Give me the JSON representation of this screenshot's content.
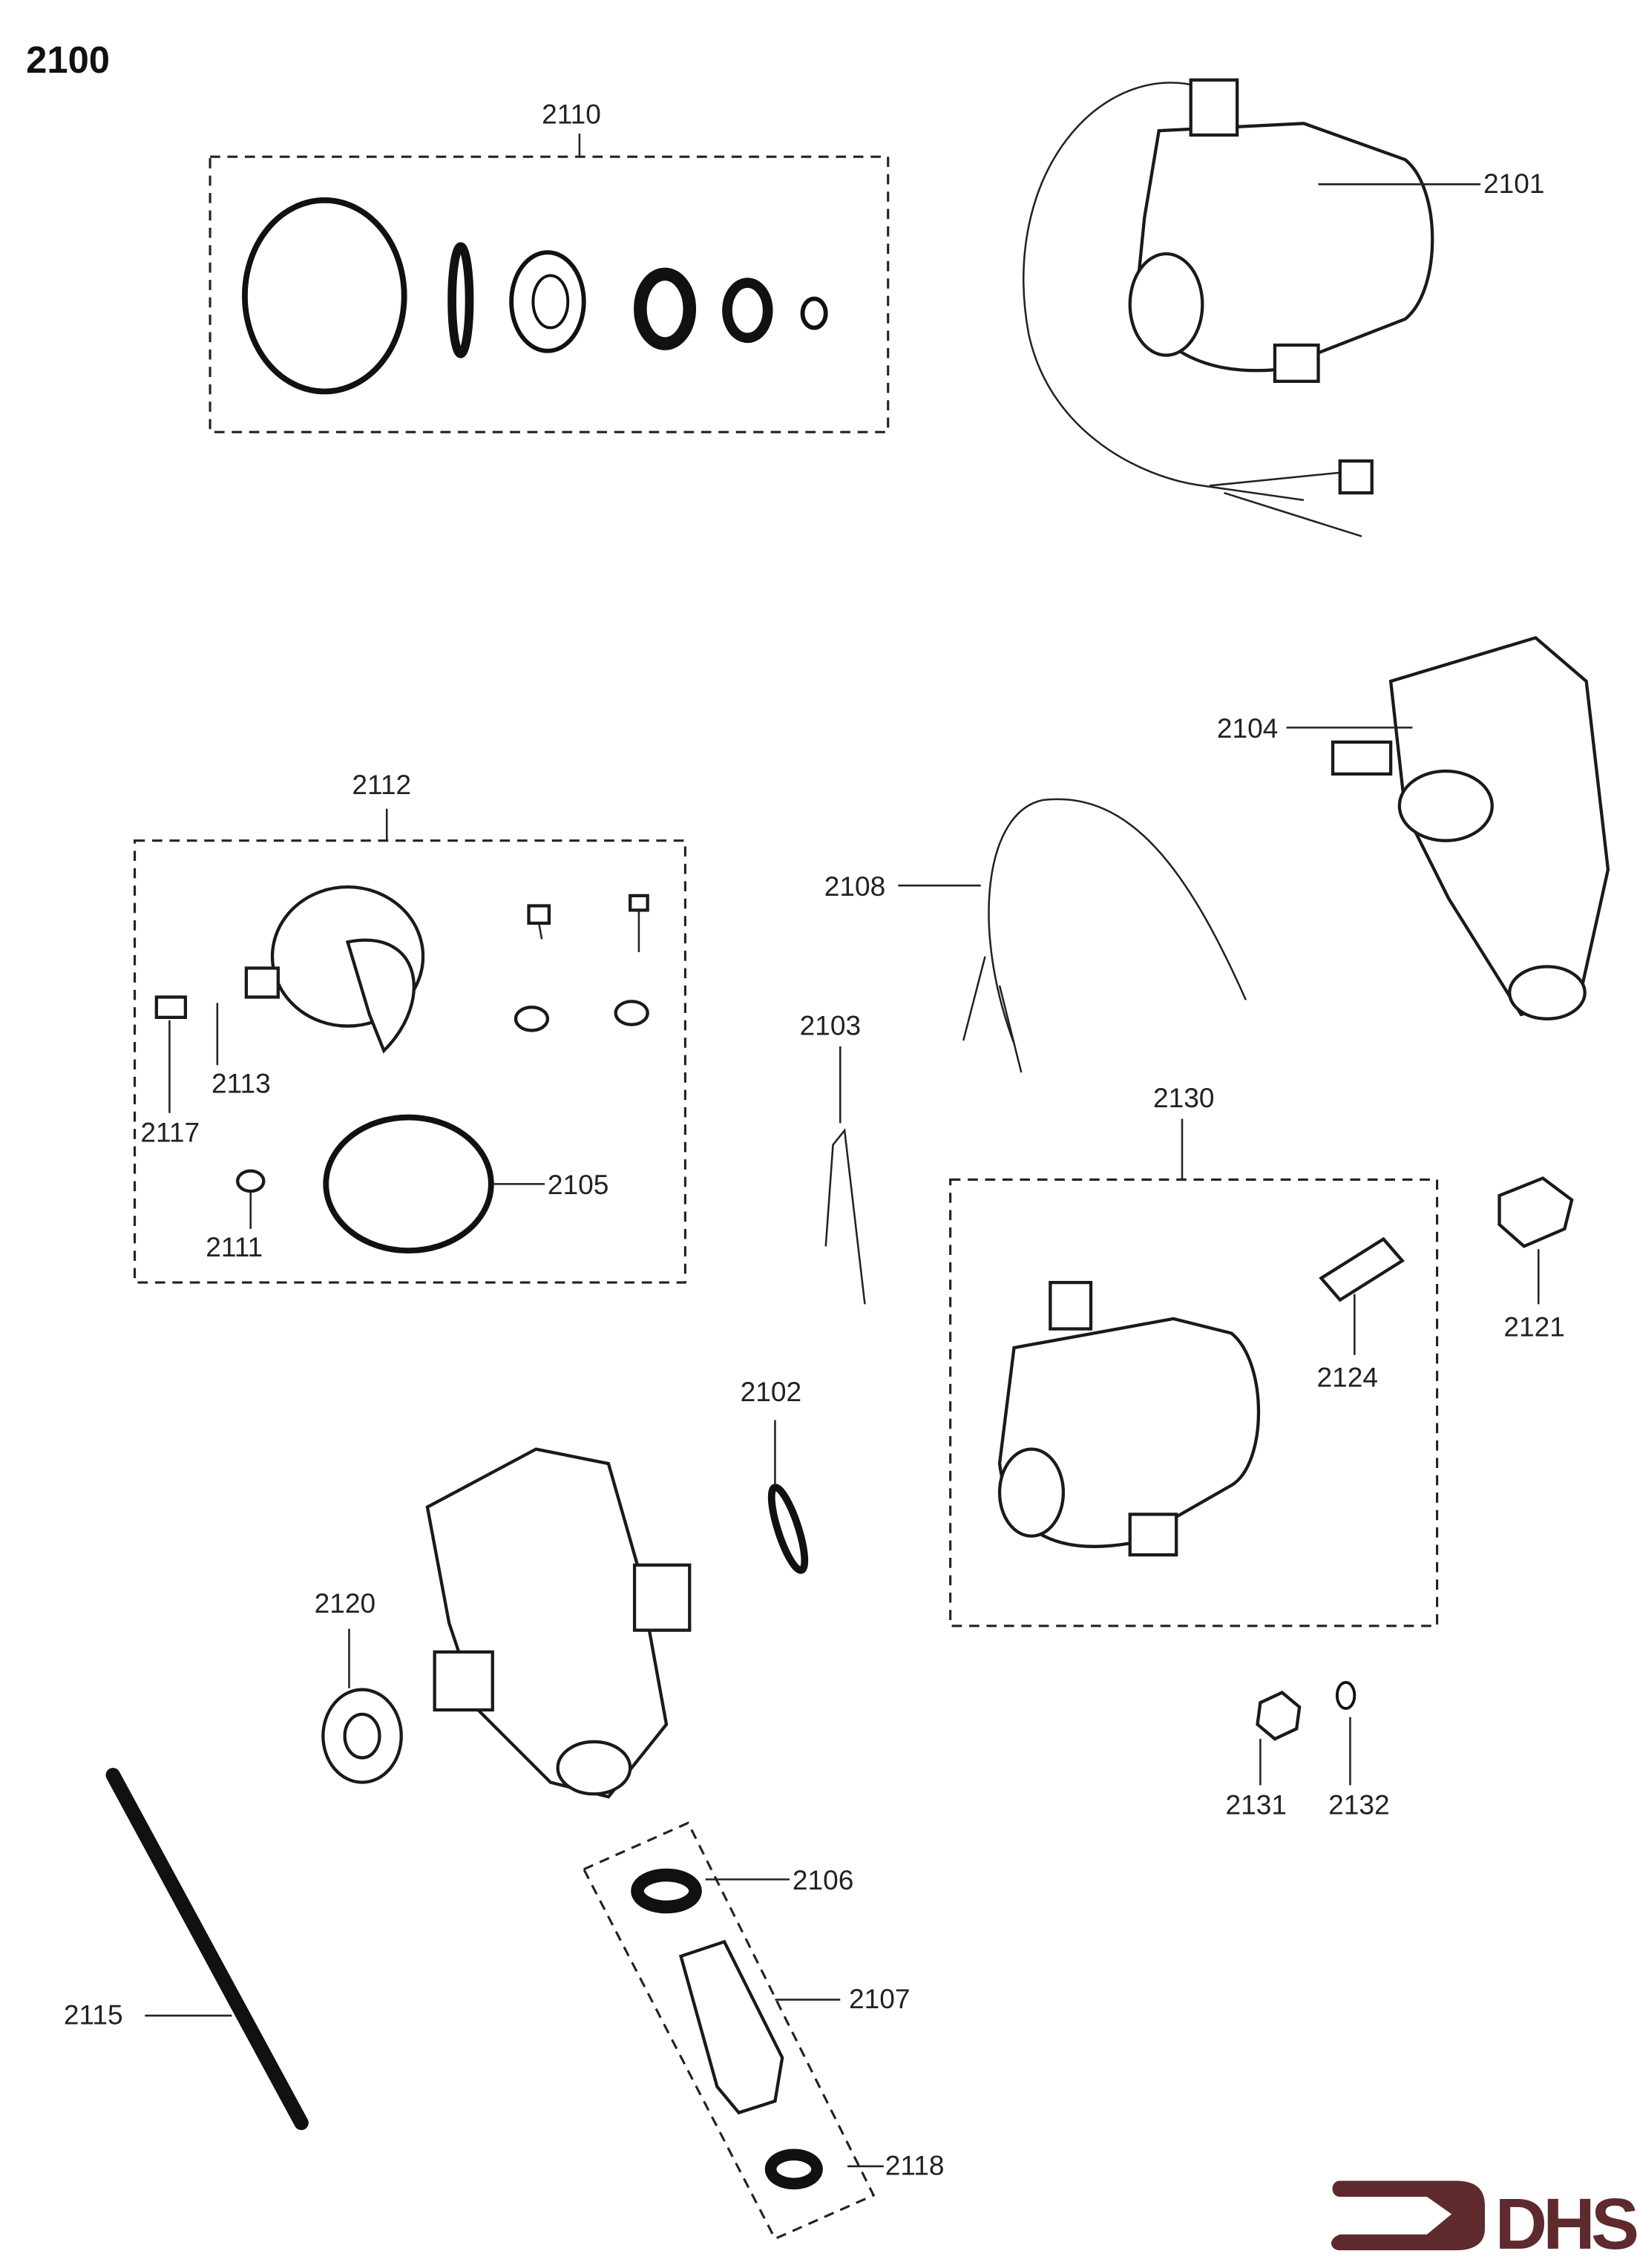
{
  "title": "2100",
  "labels": {
    "p2110": "2110",
    "p2101": "2101",
    "p2104": "2104",
    "p2112": "2112",
    "p2108": "2108",
    "p2103": "2103",
    "p2130": "2130",
    "p2113": "2113",
    "p2117": "2117",
    "p2105": "2105",
    "p2111": "2111",
    "p2124": "2124",
    "p2121": "2121",
    "p2102": "2102",
    "p2120": "2120",
    "p2131": "2131",
    "p2132": "2132",
    "p2106": "2106",
    "p2107": "2107",
    "p2115": "2115",
    "p2118": "2118"
  },
  "logo": {
    "text": "DHS",
    "color": "#5e2a2e"
  }
}
